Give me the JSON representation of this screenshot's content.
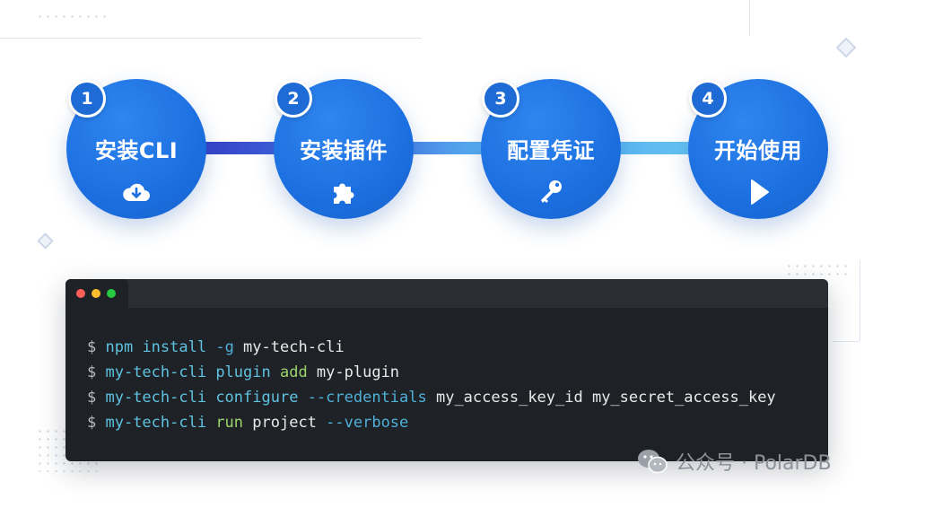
{
  "steps": [
    {
      "number": "1",
      "label": "安装CLI",
      "icon": "cloud-download-icon"
    },
    {
      "number": "2",
      "label": "安装插件",
      "icon": "puzzle-icon"
    },
    {
      "number": "3",
      "label": "配置凭证",
      "icon": "key-icon"
    },
    {
      "number": "4",
      "label": "开始使用",
      "icon": "play-icon"
    }
  ],
  "terminal": {
    "traffic_lights": [
      "#ff5f57",
      "#febc2e",
      "#28c840"
    ],
    "commands": [
      [
        {
          "t": "$ ",
          "c": "prompt"
        },
        {
          "t": "npm ",
          "c": "prog"
        },
        {
          "t": "install ",
          "c": "sub"
        },
        {
          "t": "-g ",
          "c": "flag"
        },
        {
          "t": "my-tech-cli",
          "c": "arg"
        }
      ],
      [
        {
          "t": "$ ",
          "c": "prompt"
        },
        {
          "t": "my-tech-cli ",
          "c": "prog"
        },
        {
          "t": "plugin ",
          "c": "sub"
        },
        {
          "t": "add ",
          "c": "act"
        },
        {
          "t": "my-plugin",
          "c": "arg"
        }
      ],
      [
        {
          "t": "$ ",
          "c": "prompt"
        },
        {
          "t": "my-tech-cli ",
          "c": "prog"
        },
        {
          "t": "configure ",
          "c": "sub"
        },
        {
          "t": "--credentials ",
          "c": "flag"
        },
        {
          "t": "my_access_key_id my_secret_access_key",
          "c": "arg"
        }
      ],
      [
        {
          "t": "$ ",
          "c": "prompt"
        },
        {
          "t": "my-tech-cli ",
          "c": "prog"
        },
        {
          "t": "run ",
          "c": "act"
        },
        {
          "t": "project ",
          "c": "arg"
        },
        {
          "t": "--verbose",
          "c": "flag"
        }
      ]
    ]
  },
  "watermark": {
    "text": "公众号 · PolarDB"
  },
  "colors": {
    "step_blue": "#1c6fe0",
    "connector_dark": "#3a4ed0",
    "connector_light": "#52b5ef"
  }
}
